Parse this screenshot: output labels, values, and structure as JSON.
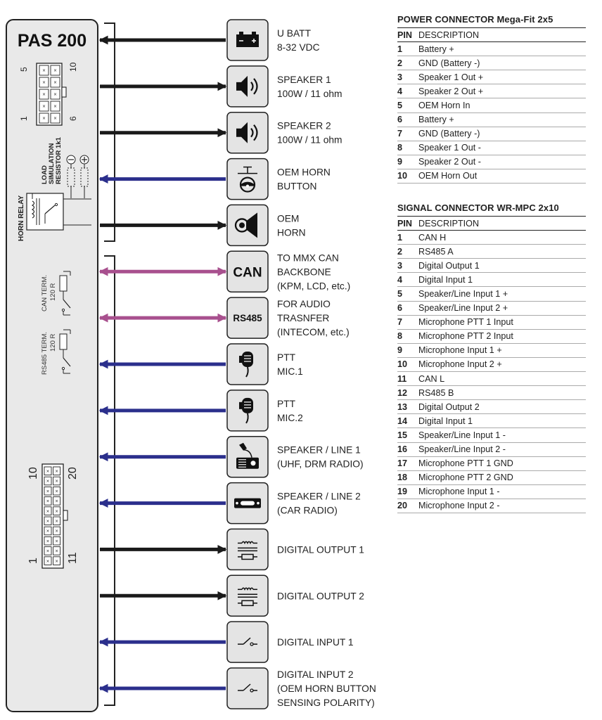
{
  "device": {
    "title": "PAS 200",
    "horn_relay_label": "HORN RELAY",
    "load_sim_label": [
      "LOAD",
      "SIMULATION",
      "RESISTOR 1k1"
    ],
    "can_term_label": [
      "CAN TERM.",
      "120 R"
    ],
    "rs485_term_label": [
      "RS485 TERM.",
      "120 R"
    ],
    "power_pins": {
      "tl": "5",
      "tr": "10",
      "bl": "1",
      "br": "6"
    },
    "signal_pins": {
      "tl": "10",
      "tr": "20",
      "bl": "1",
      "br": "11"
    }
  },
  "connections": [
    {
      "icon": "battery-icon",
      "dir": "out",
      "color": "black",
      "lines": [
        "U BATT",
        "8-32 VDC"
      ]
    },
    {
      "icon": "speaker-icon",
      "dir": "in",
      "color": "black",
      "lines": [
        "SPEAKER 1",
        "100W / 11 ohm"
      ]
    },
    {
      "icon": "speaker-icon",
      "dir": "in",
      "color": "black",
      "lines": [
        "SPEAKER 2",
        "100W / 11 ohm"
      ]
    },
    {
      "icon": "horn-button-icon",
      "dir": "out",
      "color": "blue",
      "lines": [
        "OEM HORN",
        "BUTTON"
      ]
    },
    {
      "icon": "horn-icon",
      "dir": "in",
      "color": "black",
      "lines": [
        "OEM",
        "HORN"
      ]
    },
    {
      "icon": "can-icon",
      "icon_text": "CAN",
      "dir": "both",
      "color": "purple",
      "lines": [
        "TO MMX CAN",
        "BACKBONE",
        "(KPM, LCD, etc.)"
      ]
    },
    {
      "icon": "rs485-icon",
      "icon_text": "RS485",
      "dir": "both",
      "color": "purple",
      "lines": [
        "FOR AUDIO",
        "TRASNFER",
        "(INTECOM, etc.)"
      ]
    },
    {
      "icon": "microphone-icon",
      "dir": "out",
      "color": "blue",
      "lines": [
        "PTT",
        "MIC.1"
      ]
    },
    {
      "icon": "microphone-icon",
      "dir": "out",
      "color": "blue",
      "lines": [
        "PTT",
        "MIC.2"
      ]
    },
    {
      "icon": "radio-icon",
      "dir": "out",
      "color": "blue",
      "lines": [
        "SPEAKER / LINE 1",
        "(UHF, DRM RADIO)"
      ]
    },
    {
      "icon": "car-radio-icon",
      "dir": "out",
      "color": "blue",
      "lines": [
        "SPEAKER / LINE 2",
        "(CAR RADIO)"
      ]
    },
    {
      "icon": "relay-output-icon",
      "dir": "in",
      "color": "black",
      "lines": [
        "DIGITAL OUTPUT 1"
      ]
    },
    {
      "icon": "relay-output-icon",
      "dir": "in",
      "color": "black",
      "lines": [
        "DIGITAL OUTPUT 2"
      ]
    },
    {
      "icon": "switch-icon",
      "dir": "out",
      "color": "blue",
      "lines": [
        "DIGITAL INPUT 1"
      ]
    },
    {
      "icon": "switch-icon",
      "dir": "out",
      "color": "blue",
      "lines": [
        "DIGITAL INPUT 2",
        "(OEM HORN BUTTON",
        "SENSING POLARITY)"
      ]
    }
  ],
  "colors": {
    "black": "#1a1a1a",
    "blue": "#2b2f8c",
    "purple": "#a8508e",
    "panel": "#e9e9e9",
    "icon_bg": "#e4e4e4"
  },
  "power_connector": {
    "title": "POWER CONNECTOR Mega-Fit 2x5",
    "pin_header": "PIN",
    "desc_header": "DESCRIPTION",
    "rows": [
      {
        "pin": "1",
        "desc": "Battery +"
      },
      {
        "pin": "2",
        "desc": "GND (Battery -)"
      },
      {
        "pin": "3",
        "desc": "Speaker 1 Out +"
      },
      {
        "pin": "4",
        "desc": "Speaker 2 Out +"
      },
      {
        "pin": "5",
        "desc": "OEM Horn In"
      },
      {
        "pin": "6",
        "desc": "Battery +"
      },
      {
        "pin": "7",
        "desc": "GND (Battery -)"
      },
      {
        "pin": "8",
        "desc": "Speaker 1 Out -"
      },
      {
        "pin": "9",
        "desc": "Speaker 2 Out -"
      },
      {
        "pin": "10",
        "desc": "OEM Horn Out"
      }
    ]
  },
  "signal_connector": {
    "title": "SIGNAL CONNECTOR WR-MPC 2x10",
    "pin_header": "PIN",
    "desc_header": "DESCRIPTION",
    "rows": [
      {
        "pin": "1",
        "desc": "CAN H"
      },
      {
        "pin": "2",
        "desc": "RS485 A"
      },
      {
        "pin": "3",
        "desc": "Digital Output 1"
      },
      {
        "pin": "4",
        "desc": "Digital Input 1"
      },
      {
        "pin": "5",
        "desc": "Speaker/Line Input 1 +"
      },
      {
        "pin": "6",
        "desc": "Speaker/Line Input 2 +"
      },
      {
        "pin": "7",
        "desc": "Microphone PTT 1 Input"
      },
      {
        "pin": "8",
        "desc": "Microphone PTT 2 Input"
      },
      {
        "pin": "9",
        "desc": "Microphone Input 1 +"
      },
      {
        "pin": "10",
        "desc": "Microphone Input 2 +"
      },
      {
        "pin": "11",
        "desc": "CAN L"
      },
      {
        "pin": "12",
        "desc": "RS485 B"
      },
      {
        "pin": "13",
        "desc": "Digital Output 2"
      },
      {
        "pin": "14",
        "desc": "Digital Input 1"
      },
      {
        "pin": "15",
        "desc": "Speaker/Line Input 1 -"
      },
      {
        "pin": "16",
        "desc": "Speaker/Line Input 2 -"
      },
      {
        "pin": "17",
        "desc": "Microphone PTT 1 GND"
      },
      {
        "pin": "18",
        "desc": "Microphone PTT 2 GND"
      },
      {
        "pin": "19",
        "desc": "Microphone Input 1 -"
      },
      {
        "pin": "20",
        "desc": "Microphone Input 2 -"
      }
    ]
  }
}
